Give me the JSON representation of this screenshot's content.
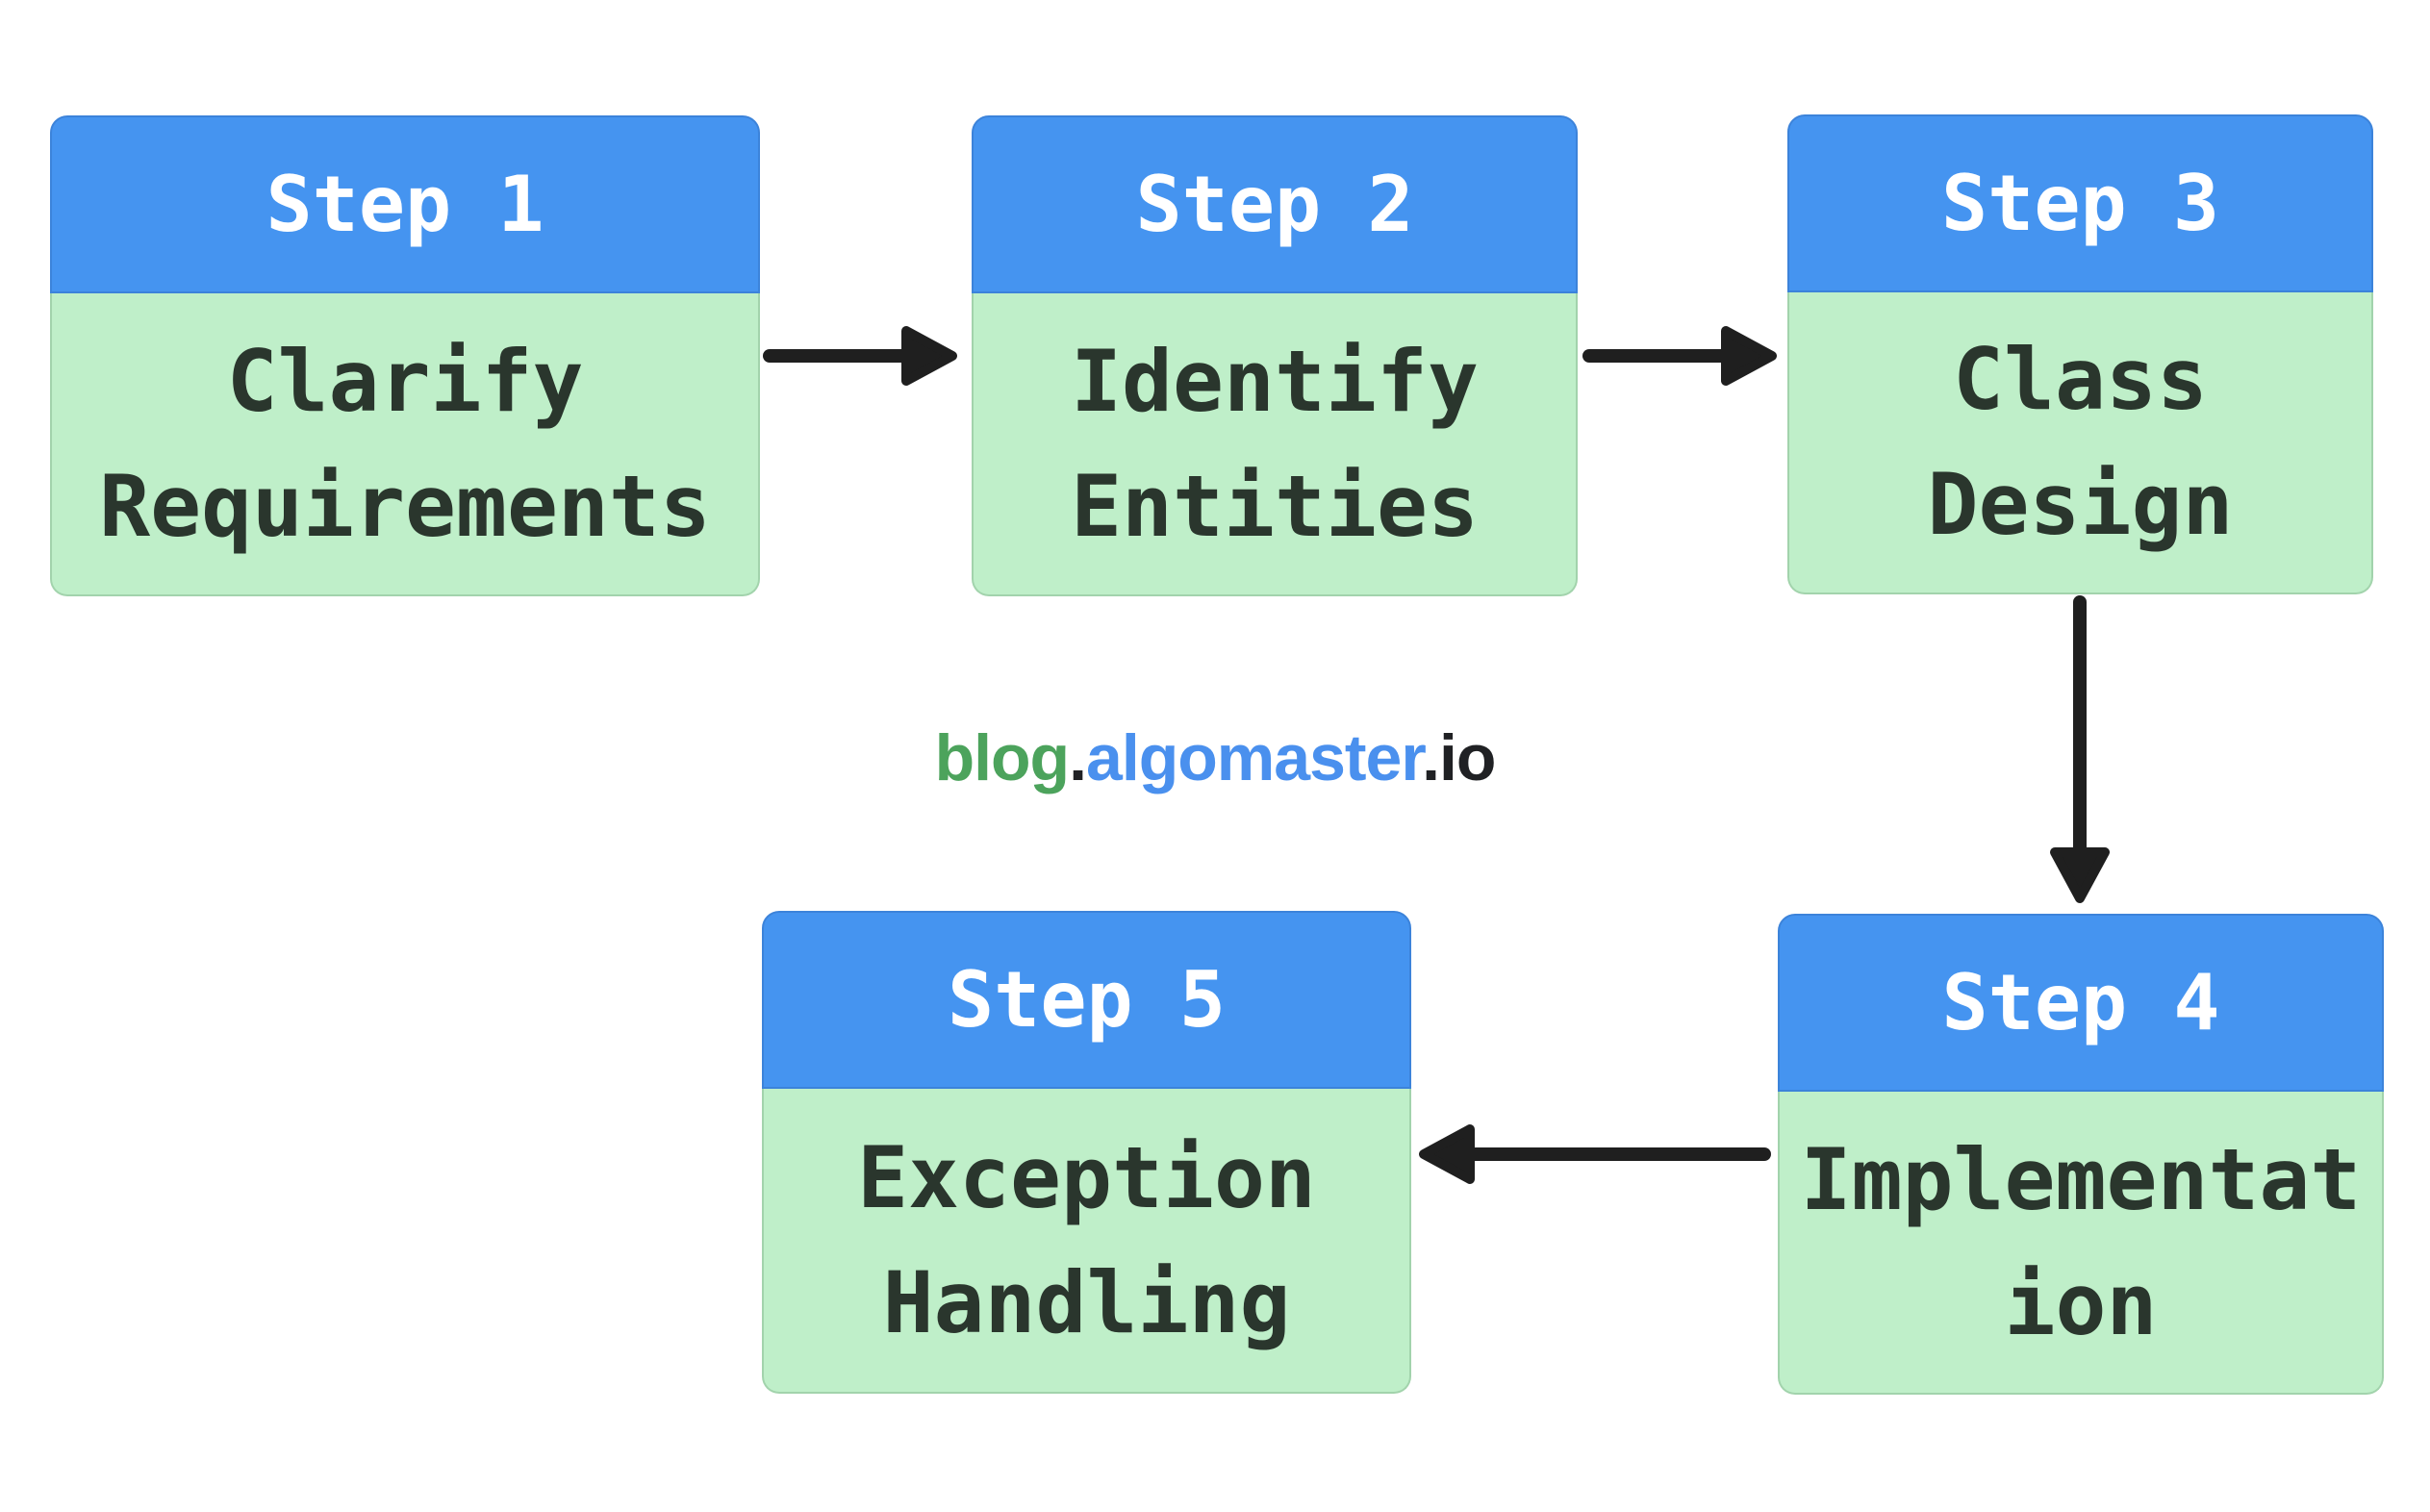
{
  "page": {
    "background": "#FFFFFF",
    "type": "flowchart"
  },
  "colors": {
    "header_blue": "#4594F0",
    "header_border": "#3C83DA",
    "header_text": "#FFFFFF",
    "body_green": "#BFEFC9",
    "body_border": "#A2D3AC",
    "step_text_dark": "#2A362D",
    "arrow_dark": "#1F1F1F",
    "watermark_green": "#4CA35C",
    "watermark_blue": "#4A90EE",
    "watermark_dark": "#202124"
  },
  "steps": [
    {
      "header": "Step 1",
      "label": "Clarify Requirements",
      "lines": [
        "Clarify",
        "Requirements"
      ]
    },
    {
      "header": "Step 2",
      "label": "Identify Entities",
      "lines": [
        "Identify",
        "Entities"
      ]
    },
    {
      "header": "Step 3",
      "label": "Class Design",
      "lines": [
        "Class",
        "Design"
      ]
    },
    {
      "header": "Step 4",
      "label": "Implementation",
      "lines": [
        "Implementat",
        "ion"
      ]
    },
    {
      "header": "Step 5",
      "label": "Exception Handling",
      "lines": [
        "Exception",
        "Handling"
      ]
    }
  ],
  "arrows": [
    {
      "from": "Step 1",
      "to": "Step 2",
      "direction": "right"
    },
    {
      "from": "Step 2",
      "to": "Step 3",
      "direction": "right"
    },
    {
      "from": "Step 3",
      "to": "Step 4",
      "direction": "down"
    },
    {
      "from": "Step 4",
      "to": "Step 5",
      "direction": "left"
    }
  ],
  "watermark": {
    "full_text": "blog.algomaster.io",
    "segments": [
      {
        "text": "blog"
      },
      {
        "text": "."
      },
      {
        "text": "algomaster"
      },
      {
        "text": ".io"
      }
    ]
  }
}
